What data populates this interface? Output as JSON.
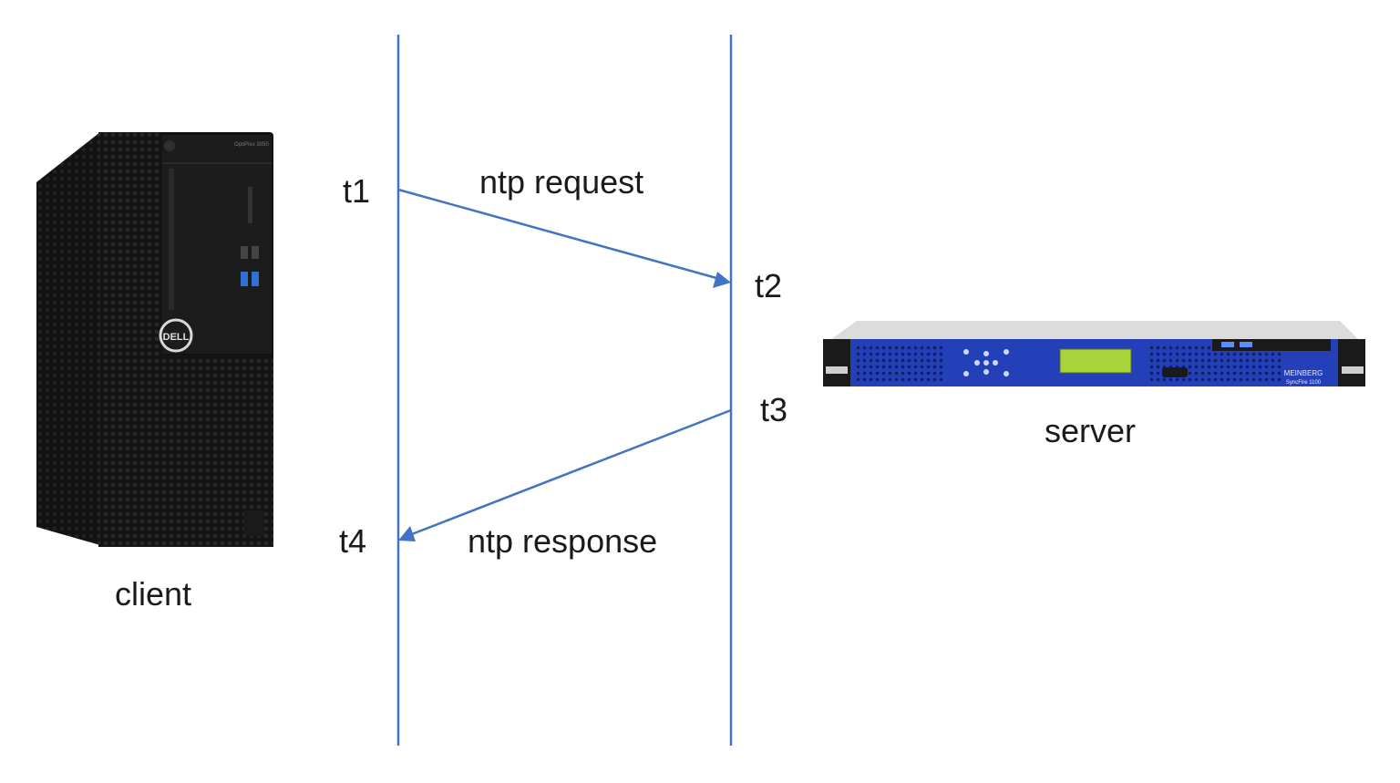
{
  "client": {
    "label": "client",
    "brand_badge": "DELL",
    "model_text": "OptiPlex 3050"
  },
  "server": {
    "label": "server",
    "brand_text": "MEINBERG",
    "model_text": "SyncFire 1100"
  },
  "timestamps": {
    "t1": "t1",
    "t2": "t2",
    "t3": "t3",
    "t4": "t4"
  },
  "messages": {
    "request": "ntp request",
    "response": "ntp response"
  },
  "colors": {
    "timeline": "#4472C4",
    "arrow": "#4472C4",
    "server_panel": "#2440B8",
    "lcd": "#A8D63A"
  }
}
